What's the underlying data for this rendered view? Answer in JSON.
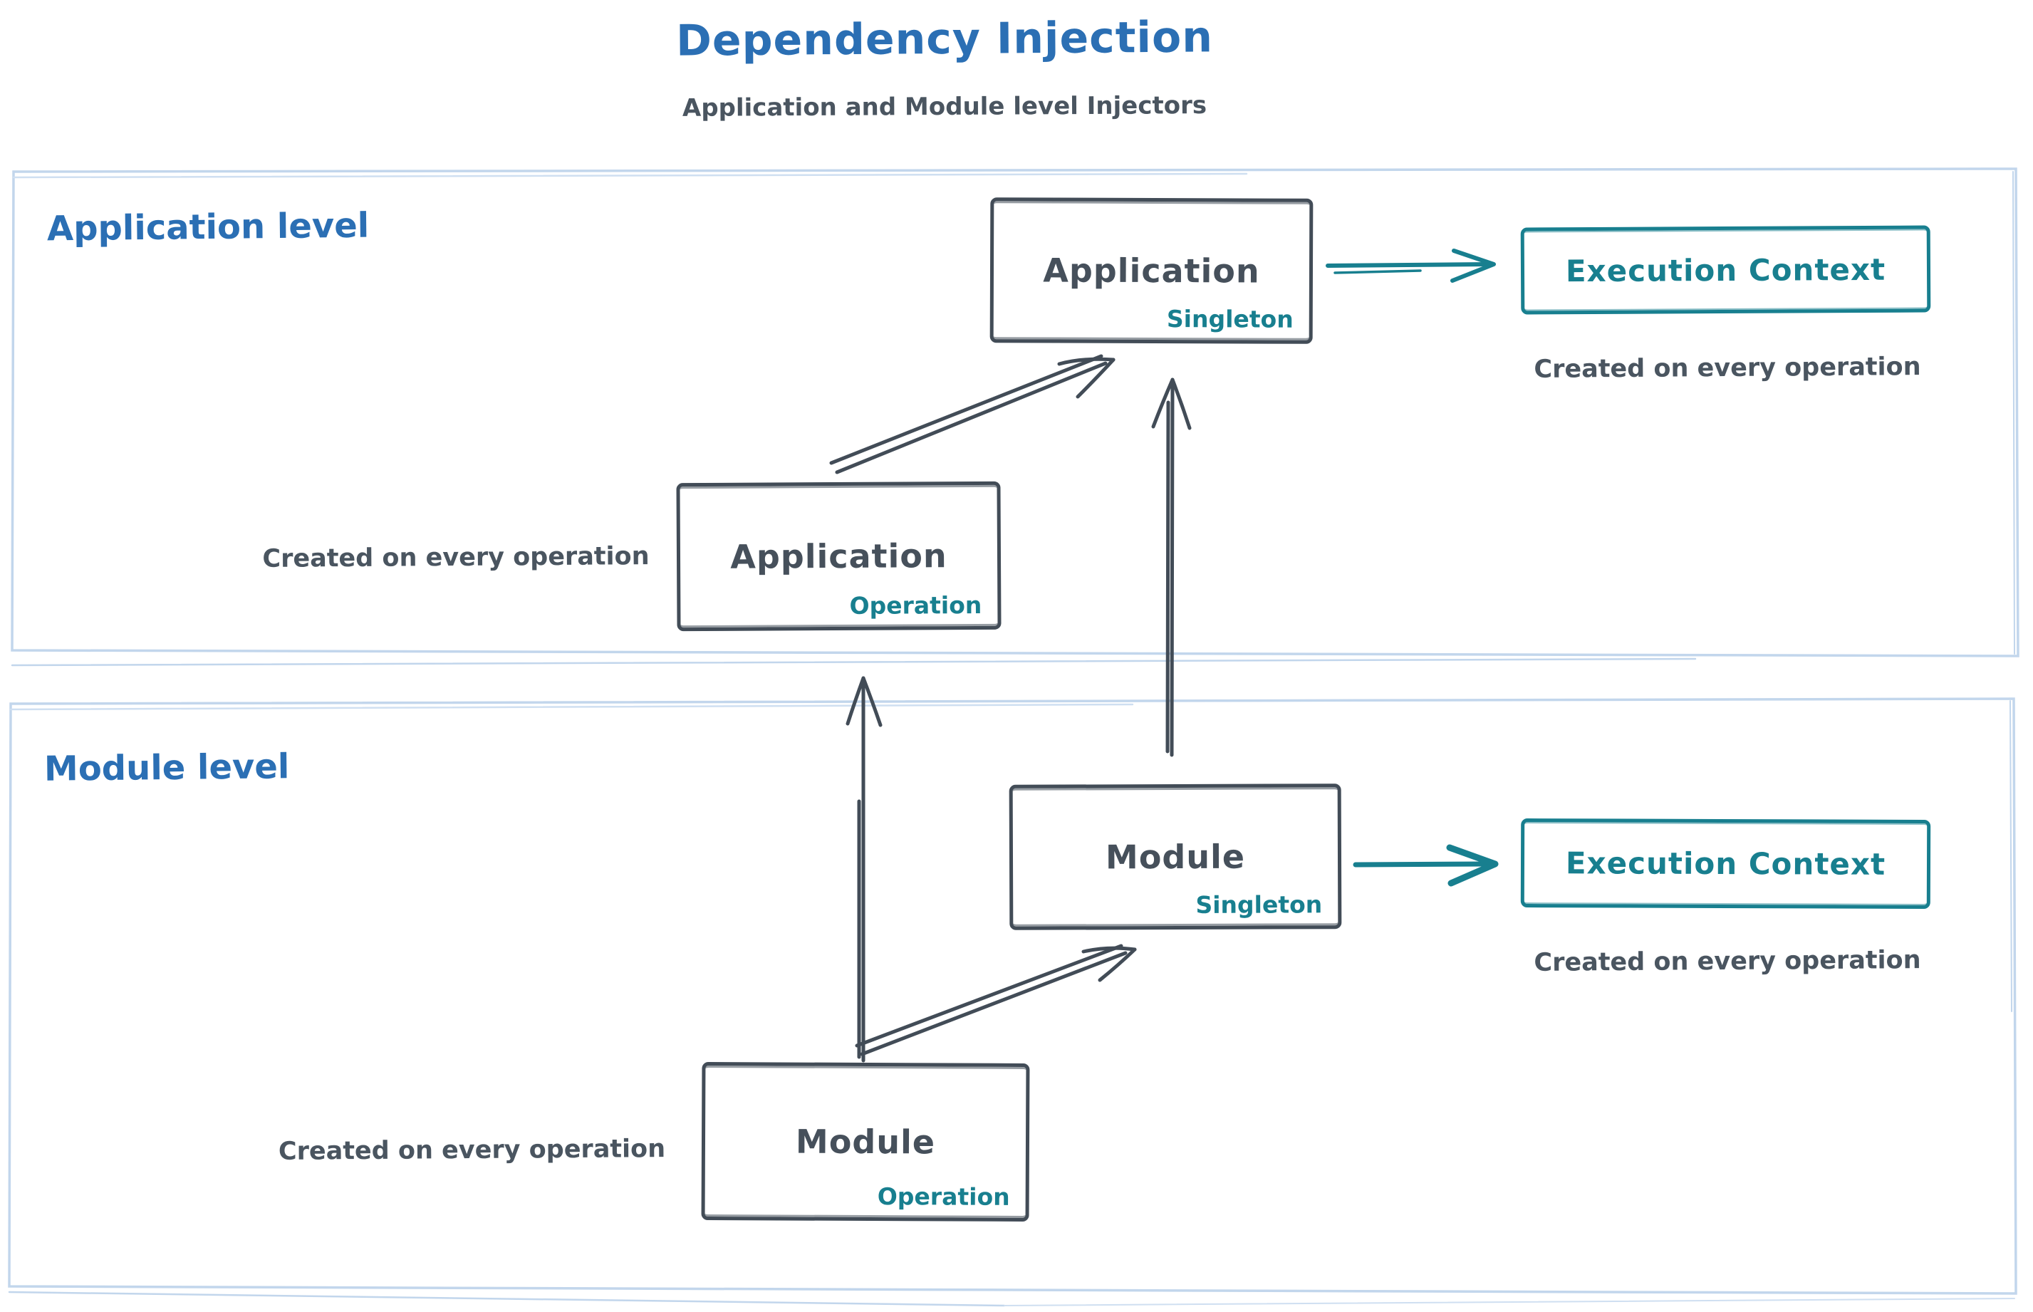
{
  "title": {
    "text": "Dependency Injection",
    "subtitle": "Application and Module level Injectors"
  },
  "sections": {
    "application": {
      "label": "Application level"
    },
    "module": {
      "label": "Module level"
    }
  },
  "nodes": {
    "app_singleton": {
      "title": "Application",
      "tag": "Singleton"
    },
    "app_operation": {
      "title": "Application",
      "tag": "Operation",
      "caption": "Created on every operation"
    },
    "exec_context_app": {
      "title": "Execution Context",
      "caption": "Created on every operation"
    },
    "module_singleton": {
      "title": "Module",
      "tag": "Singleton"
    },
    "module_operation": {
      "title": "Module",
      "tag": "Operation",
      "caption": "Created on every operation"
    },
    "exec_context_module": {
      "title": "Execution Context",
      "caption": "Created on every operation"
    }
  },
  "colors": {
    "blue": "#2b6fb4",
    "teal": "#187f8f",
    "dark_stroke": "#424c57",
    "text_dark": "#4a5560",
    "container_border": "#c2d6ec"
  }
}
